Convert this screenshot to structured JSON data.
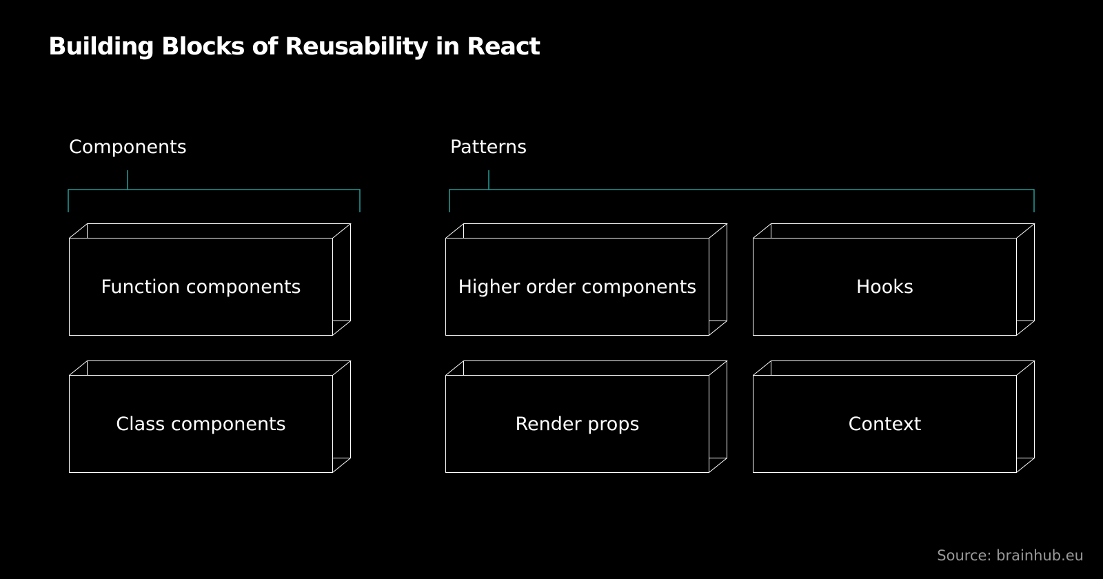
{
  "title": "Building Blocks of Reusability in React",
  "accent_color": "#2ab5b0",
  "outline_color": "#ffffff",
  "groups": [
    {
      "label": "Components",
      "blocks": [
        "Function components",
        "Class components"
      ]
    },
    {
      "label": "Patterns",
      "blocks": [
        "Higher order components",
        "Hooks",
        "Render props",
        "Context"
      ]
    }
  ],
  "source": "Source: brainhub.eu"
}
